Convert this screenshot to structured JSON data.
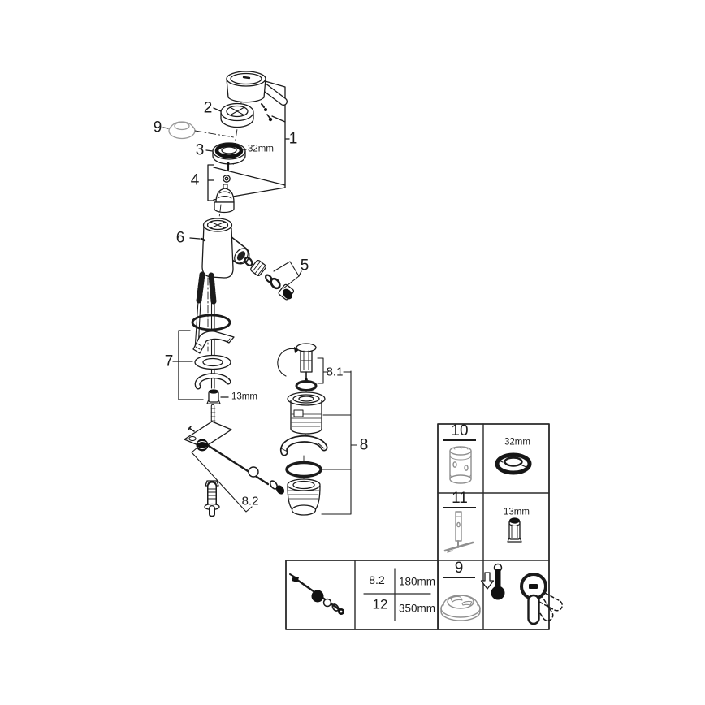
{
  "figure": {
    "type": "exploded-parts-diagram",
    "subject": "single-lever basin mixer with pop-up waste",
    "line_color": "#1b1b1b",
    "gray_part_color": "#8f8f8f"
  },
  "callouts": {
    "c1": "1",
    "c2": "2",
    "c3": "3",
    "c4": "4",
    "c5": "5",
    "c6": "6",
    "c7": "7",
    "c8": "8",
    "c8_1": "8.1",
    "c8_2": "8.2",
    "c9": "9",
    "dim_32mm": "32mm",
    "dim_13mm": "13mm"
  },
  "service_table": {
    "rows": [
      {
        "num": "10",
        "dim": "32mm"
      },
      {
        "num": "11",
        "dim": "13mm"
      },
      {
        "num": "9",
        "dim": ""
      }
    ]
  },
  "length_table": {
    "rows": [
      {
        "num": "8.2",
        "length": "180mm"
      },
      {
        "num": "12",
        "length": "350mm"
      }
    ]
  }
}
